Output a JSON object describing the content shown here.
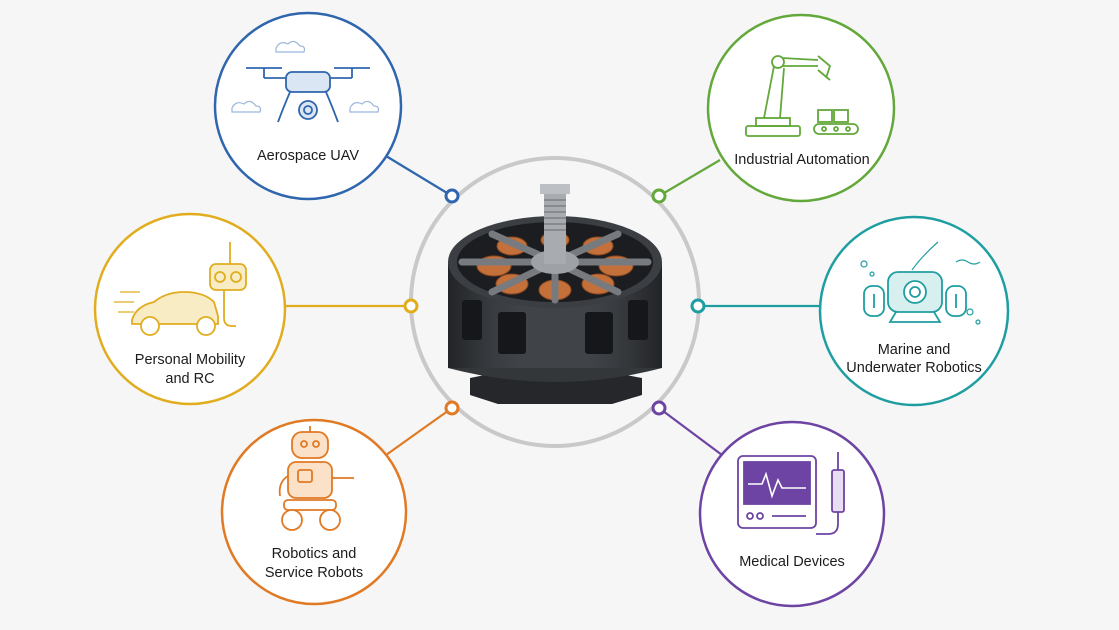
{
  "hub": {
    "name": "brushless-motor-illustration",
    "ring_color": "#c9c9c9",
    "motor_body_color": "#2f3133",
    "coil_color": "#c4703a"
  },
  "applications": [
    {
      "key": "aerospace-uav",
      "lines": [
        "Aerospace UAV"
      ],
      "color": "#2f66ad",
      "icon": "drone-icon"
    },
    {
      "key": "industrial-automation",
      "lines": [
        "Industrial Automation"
      ],
      "color": "#63a83a",
      "icon": "robotic-arm-icon"
    },
    {
      "key": "personal-mobility",
      "lines": [
        "Personal Mobility",
        "and RC"
      ],
      "color": "#e1ad1f",
      "icon": "rc-car-icon"
    },
    {
      "key": "marine-robotics",
      "lines": [
        "Marine and",
        "Underwater Robotics"
      ],
      "color": "#1f9ea2",
      "icon": "submarine-rov-icon"
    },
    {
      "key": "service-robots",
      "lines": [
        "Robotics and",
        "Service Robots"
      ],
      "color": "#e07a25",
      "icon": "service-robot-icon"
    },
    {
      "key": "medical-devices",
      "lines": [
        "Medical Devices"
      ],
      "color": "#6d44a3",
      "icon": "medical-monitor-icon"
    }
  ]
}
